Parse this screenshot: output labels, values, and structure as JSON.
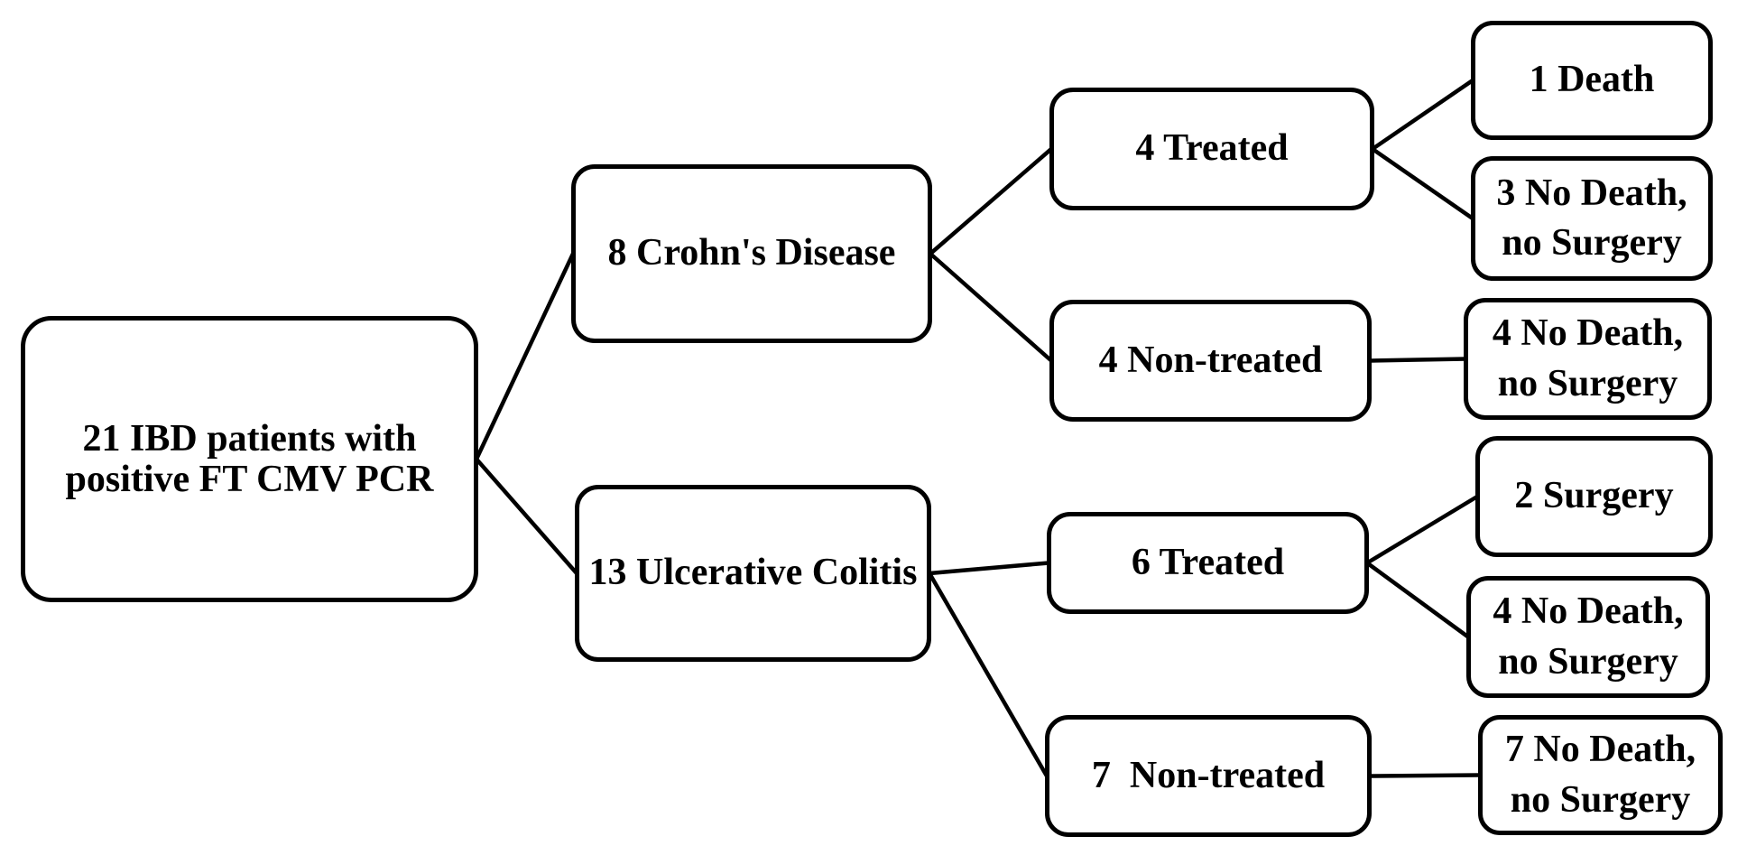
{
  "diagram": {
    "type": "flowchart",
    "background_color": "#ffffff",
    "box_fill_color": "#ffffff",
    "box_border_color": "#000000",
    "line_color": "#000000",
    "text_color": "#000000",
    "nodes": {
      "root": {
        "label": "21 IBD patients with positive FT CMV PCR"
      },
      "cd": {
        "label": "8 Crohn's Disease"
      },
      "uc": {
        "label": "13 Ulcerative Colitis"
      },
      "cd_treated": {
        "label": "4 Treated"
      },
      "cd_nontreated": {
        "label": "4 Non-treated"
      },
      "uc_treated": {
        "label": "6 Treated"
      },
      "uc_nontreated": {
        "label": "7  Non-treated"
      },
      "death1": {
        "label": "1 Death"
      },
      "nodeath3": {
        "label": "3 No Death, no Surgery"
      },
      "nodeath4cd": {
        "label": "4 No Death, no Surgery"
      },
      "surgery2": {
        "label": "2 Surgery"
      },
      "nodeath4uc": {
        "label": "4 No Death, no Surgery"
      },
      "nodeath7": {
        "label": "7 No Death, no Surgery"
      }
    },
    "edges": [
      {
        "from": "root",
        "to": "cd"
      },
      {
        "from": "root",
        "to": "uc"
      },
      {
        "from": "cd",
        "to": "cd_treated"
      },
      {
        "from": "cd",
        "to": "cd_nontreated"
      },
      {
        "from": "cd_treated",
        "to": "death1"
      },
      {
        "from": "cd_treated",
        "to": "nodeath3"
      },
      {
        "from": "cd_nontreated",
        "to": "nodeath4cd"
      },
      {
        "from": "uc",
        "to": "uc_treated"
      },
      {
        "from": "uc",
        "to": "uc_nontreated"
      },
      {
        "from": "uc_treated",
        "to": "surgery2"
      },
      {
        "from": "uc_treated",
        "to": "nodeath4uc"
      },
      {
        "from": "uc_nontreated",
        "to": "nodeath7"
      }
    ]
  }
}
